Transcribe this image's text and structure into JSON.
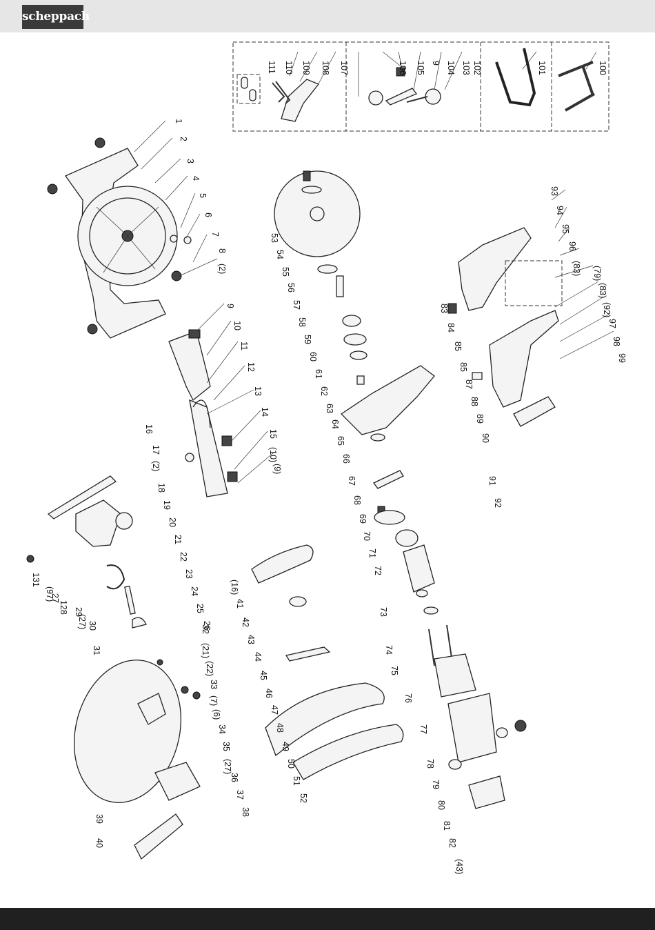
{
  "brand": {
    "name": "scheppach"
  },
  "diagram": {
    "type": "exploded-parts-view",
    "callouts": [
      {
        "id": "c1",
        "label": "1"
      },
      {
        "id": "c2",
        "label": "2"
      },
      {
        "id": "c3",
        "label": "3"
      },
      {
        "id": "c4",
        "label": "4"
      },
      {
        "id": "c5",
        "label": "5"
      },
      {
        "id": "c6",
        "label": "6"
      },
      {
        "id": "c7",
        "label": "7"
      },
      {
        "id": "c8",
        "label": "8"
      },
      {
        "id": "c8b",
        "label": "(2)"
      },
      {
        "id": "c9",
        "label": "9"
      },
      {
        "id": "c10",
        "label": "10"
      },
      {
        "id": "c11",
        "label": "11"
      },
      {
        "id": "c12",
        "label": "12"
      },
      {
        "id": "c13",
        "label": "13"
      },
      {
        "id": "c14",
        "label": "14"
      },
      {
        "id": "c15",
        "label": "15"
      },
      {
        "id": "c10b",
        "label": "(10)"
      },
      {
        "id": "c9b",
        "label": "(9)"
      },
      {
        "id": "c16",
        "label": "16"
      },
      {
        "id": "c17",
        "label": "17"
      },
      {
        "id": "c2b",
        "label": "(2)"
      },
      {
        "id": "c18",
        "label": "18"
      },
      {
        "id": "c19",
        "label": "19"
      },
      {
        "id": "c20",
        "label": "20"
      },
      {
        "id": "c21",
        "label": "21"
      },
      {
        "id": "c22",
        "label": "22"
      },
      {
        "id": "c23",
        "label": "23"
      },
      {
        "id": "c24",
        "label": "24"
      },
      {
        "id": "c25",
        "label": "25"
      },
      {
        "id": "c26",
        "label": "26"
      },
      {
        "id": "c131",
        "label": "131"
      },
      {
        "id": "c97b",
        "label": "(97)"
      },
      {
        "id": "c27",
        "label": "27"
      },
      {
        "id": "c128",
        "label": "128"
      },
      {
        "id": "c29",
        "label": "29"
      },
      {
        "id": "c27b",
        "label": "(27)"
      },
      {
        "id": "c30",
        "label": "30"
      },
      {
        "id": "c31",
        "label": "31"
      },
      {
        "id": "c32",
        "label": "32"
      },
      {
        "id": "c21b",
        "label": "(21)"
      },
      {
        "id": "c22b",
        "label": "(22)"
      },
      {
        "id": "c33",
        "label": "33"
      },
      {
        "id": "c7b",
        "label": "(7)"
      },
      {
        "id": "c6b",
        "label": "(6)"
      },
      {
        "id": "c34",
        "label": "34"
      },
      {
        "id": "c35",
        "label": "35"
      },
      {
        "id": "c27c",
        "label": "(27)"
      },
      {
        "id": "c36",
        "label": "36"
      },
      {
        "id": "c37",
        "label": "37"
      },
      {
        "id": "c38",
        "label": "38"
      },
      {
        "id": "c39",
        "label": "39"
      },
      {
        "id": "c40",
        "label": "40"
      },
      {
        "id": "c53",
        "label": "53"
      },
      {
        "id": "c54",
        "label": "54"
      },
      {
        "id": "c55",
        "label": "55"
      },
      {
        "id": "c56",
        "label": "56"
      },
      {
        "id": "c57",
        "label": "57"
      },
      {
        "id": "c58",
        "label": "58"
      },
      {
        "id": "c59",
        "label": "59"
      },
      {
        "id": "c60",
        "label": "60"
      },
      {
        "id": "c61",
        "label": "61"
      },
      {
        "id": "c62",
        "label": "62"
      },
      {
        "id": "c63",
        "label": "63"
      },
      {
        "id": "c64",
        "label": "64"
      },
      {
        "id": "c65",
        "label": "65"
      },
      {
        "id": "c66",
        "label": "66"
      },
      {
        "id": "c67",
        "label": "67"
      },
      {
        "id": "c68",
        "label": "68"
      },
      {
        "id": "c69",
        "label": "69"
      },
      {
        "id": "c70",
        "label": "70"
      },
      {
        "id": "c71",
        "label": "71"
      },
      {
        "id": "c72",
        "label": "72"
      },
      {
        "id": "c73",
        "label": "73"
      },
      {
        "id": "c74",
        "label": "74"
      },
      {
        "id": "c75",
        "label": "75"
      },
      {
        "id": "c76",
        "label": "76"
      },
      {
        "id": "c77",
        "label": "77"
      },
      {
        "id": "c78",
        "label": "78"
      },
      {
        "id": "c79",
        "label": "79"
      },
      {
        "id": "c80",
        "label": "80"
      },
      {
        "id": "c81",
        "label": "81"
      },
      {
        "id": "c82",
        "label": "82"
      },
      {
        "id": "c43b",
        "label": "(43)"
      },
      {
        "id": "c16b",
        "label": "(16)"
      },
      {
        "id": "c41",
        "label": "41"
      },
      {
        "id": "c42",
        "label": "42"
      },
      {
        "id": "c43",
        "label": "43"
      },
      {
        "id": "c44",
        "label": "44"
      },
      {
        "id": "c45",
        "label": "45"
      },
      {
        "id": "c46",
        "label": "46"
      },
      {
        "id": "c47",
        "label": "47"
      },
      {
        "id": "c48",
        "label": "48"
      },
      {
        "id": "c49",
        "label": "49"
      },
      {
        "id": "c50",
        "label": "50"
      },
      {
        "id": "c51",
        "label": "51"
      },
      {
        "id": "c52",
        "label": "52"
      },
      {
        "id": "c93",
        "label": "93"
      },
      {
        "id": "c94",
        "label": "94"
      },
      {
        "id": "c95",
        "label": "95"
      },
      {
        "id": "c96",
        "label": "96"
      },
      {
        "id": "c83b",
        "label": "(83)"
      },
      {
        "id": "c83",
        "label": "83"
      },
      {
        "id": "c84",
        "label": "84"
      },
      {
        "id": "c85",
        "label": "85"
      },
      {
        "id": "c85b",
        "label": "85"
      },
      {
        "id": "c87",
        "label": "87"
      },
      {
        "id": "c88",
        "label": "88"
      },
      {
        "id": "c89",
        "label": "89"
      },
      {
        "id": "c90",
        "label": "90"
      },
      {
        "id": "c79b",
        "label": "(79)"
      },
      {
        "id": "c83c",
        "label": "(83)"
      },
      {
        "id": "c92b",
        "label": "(92)"
      },
      {
        "id": "c97",
        "label": "97"
      },
      {
        "id": "c98",
        "label": "98"
      },
      {
        "id": "c99",
        "label": "99"
      },
      {
        "id": "c91",
        "label": "91"
      },
      {
        "id": "c92",
        "label": "92"
      },
      {
        "id": "c107",
        "label": "107"
      },
      {
        "id": "c108",
        "label": "108"
      },
      {
        "id": "c109",
        "label": "109"
      },
      {
        "id": "c110",
        "label": "110"
      },
      {
        "id": "c111",
        "label": "111"
      },
      {
        "id": "c106",
        "label": "106"
      },
      {
        "id": "c105",
        "label": "105"
      },
      {
        "id": "c9c",
        "label": "9"
      },
      {
        "id": "c104",
        "label": "104"
      },
      {
        "id": "c103",
        "label": "103"
      },
      {
        "id": "c102",
        "label": "102"
      },
      {
        "id": "c101",
        "label": "101"
      },
      {
        "id": "c100",
        "label": "100"
      }
    ]
  }
}
